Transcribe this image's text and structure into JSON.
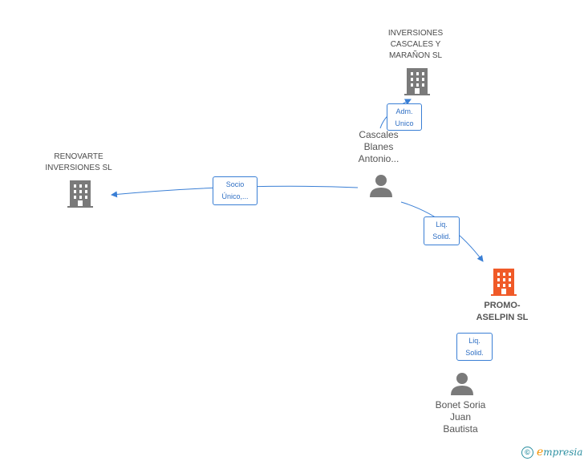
{
  "colors": {
    "edge": "#3a7fd5",
    "node_grey": "#7a7a7a",
    "node_main": "#f05a28",
    "text": "#4a4a4a"
  },
  "nodes": {
    "inversiones_cascales": {
      "lines": [
        "INVERSIONES",
        "CASCALES Y",
        "MARAÑON SL"
      ],
      "icon": "building-icon"
    },
    "renovarte": {
      "lines": [
        "RENOVARTE",
        "INVERSIONES SL"
      ],
      "icon": "building-icon"
    },
    "cascales_person": {
      "lines": [
        "Cascales",
        "Blanes",
        "Antonio..."
      ],
      "icon": "person-icon"
    },
    "promo_aselpin": {
      "lines": [
        "PROMO-",
        "ASELPIN SL"
      ],
      "icon": "building-icon"
    },
    "bonet_person": {
      "lines": [
        "Bonet Soria",
        "Juan",
        "Bautista"
      ],
      "icon": "person-icon"
    }
  },
  "edges": {
    "adm_unico": {
      "lines": [
        "Adm.",
        "Unico"
      ]
    },
    "socio_unico": {
      "lines": [
        "Socio",
        "Único,..."
      ]
    },
    "liq_solid_1": {
      "lines": [
        "Liq.",
        "Solid."
      ]
    },
    "liq_solid_2": {
      "lines": [
        "Liq.",
        "Solid."
      ]
    }
  },
  "footer": {
    "copyright_symbol": "©",
    "brand_initial": "e",
    "brand_rest": "mpresia"
  }
}
